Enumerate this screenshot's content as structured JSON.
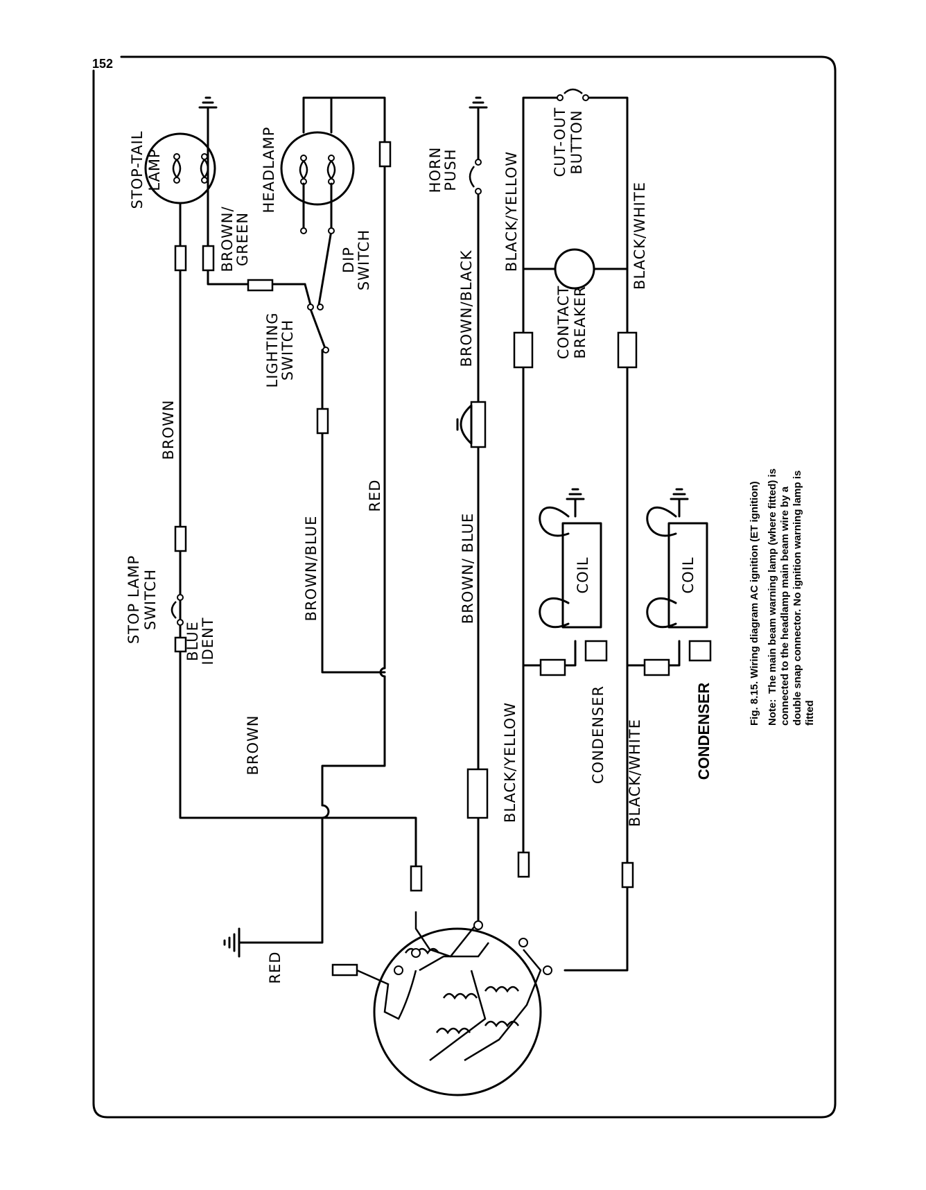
{
  "page_number": "152",
  "caption": {
    "title": "Fig. 8.15. Wiring diagram AC ignition (ET ignition)",
    "note_label": "Note:",
    "note_lines": [
      "The main beam warning lamp (where fitted) is",
      "connected to the headlamp main beam wire by a",
      "double snap connector. No ignition warning lamp is",
      "fitted"
    ]
  },
  "components": {
    "stop_tail_lamp": [
      "STOP-TAIL",
      "LAMP"
    ],
    "headlamp": "HEADLAMP",
    "dip_switch": [
      "DIP",
      "SWITCH"
    ],
    "lighting_switch": [
      "LIGHTING",
      "SWITCH"
    ],
    "horn_push": [
      "HORN",
      "PUSH"
    ],
    "cut_out_button": [
      "CUT-OUT",
      "BUTTON"
    ],
    "contact_breaker": [
      "CONTACT",
      "BREAKER"
    ],
    "stop_lamp_switch": [
      "STOP LAMP",
      "SWITCH"
    ],
    "coil_1": "COIL",
    "coil_2": "COIL",
    "condenser_1": "CONDENSER",
    "condenser_2": "CONDENSER"
  },
  "wires": {
    "brown_green": [
      "BROWN/",
      "GREEN"
    ],
    "brown_top": "BROWN",
    "brown_bottom": "BROWN",
    "blue_ident": [
      "BLUE",
      "IDENT"
    ],
    "brown_blue_1": "BROWN/BLUE",
    "brown_blue_2": "BROWN/ BLUE",
    "red_1": "RED",
    "red_2": "RED",
    "brown_black": "BROWN/BLACK",
    "black_yellow_1": "BLACK/YELLOW",
    "black_yellow_2": "BLACK/YELLOW",
    "black_white_1": "BLACK/WHITE",
    "black_white_2": "BLACK/WHITE"
  }
}
